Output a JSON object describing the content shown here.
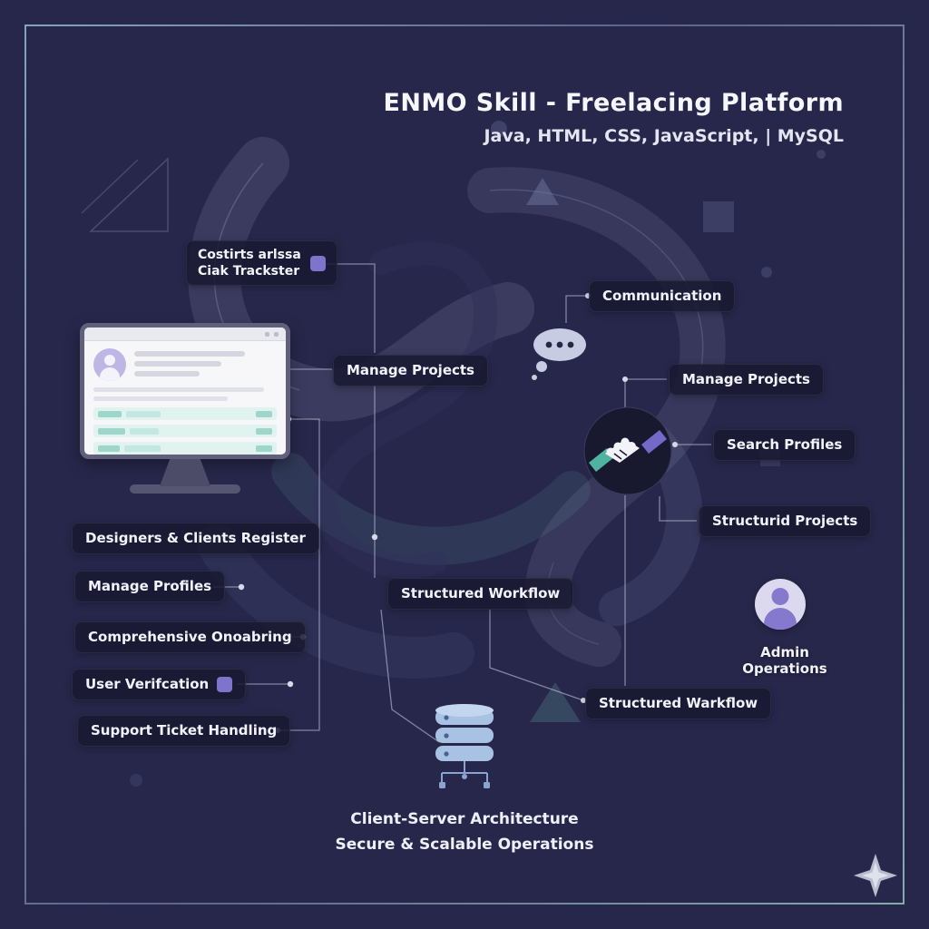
{
  "header": {
    "title": "ENMO Skill - Freelacing Platform",
    "subtitle": "Java, HTML, CSS, JavaScript, | MySQL"
  },
  "labels": {
    "contracts": {
      "line1": "Costirts arlssa",
      "line2": "Ciak Trackster"
    },
    "communication": "Communication",
    "manage_projects_center": "Manage Projects",
    "manage_projects_right": "Manage Projects",
    "search_profiles": "Search Profiles",
    "structured_projects": "Structurid Projects",
    "designers_clients_register": "Designers & Clients Register",
    "manage_profiles": "Manage Profiles",
    "comprehensive_onboarding": "Comprehensive Onoabring",
    "user_verification": "User Verifcation",
    "support_ticket_handling": "Support Ticket Handling",
    "structured_workflow_center": "Structured Workflow",
    "structured_workflow_right": "Structured Warkflow",
    "admin_operations": "Admin Operations"
  },
  "footer": {
    "line1": "Client-Server Architecture",
    "line2": "Secure & Scalable Operations"
  },
  "icons": {
    "chat_bubble": "chat-bubble-icon",
    "handshake": "handshake-icon",
    "database": "database-server-icon",
    "monitor": "monitor-profile-illustration",
    "admin_avatar": "admin-avatar-icon",
    "sparkle": "sparkle-icon"
  },
  "colors": {
    "background": "#26264a",
    "pill_background": "rgba(25,25,48,0.85)",
    "accent_purple": "#7f74cc",
    "accent_teal": "#9ed6cb",
    "database_blue": "#a8c2e4",
    "handshake_teal_sleeve": "#4fb3a1",
    "handshake_purple_sleeve": "#7668c6"
  }
}
